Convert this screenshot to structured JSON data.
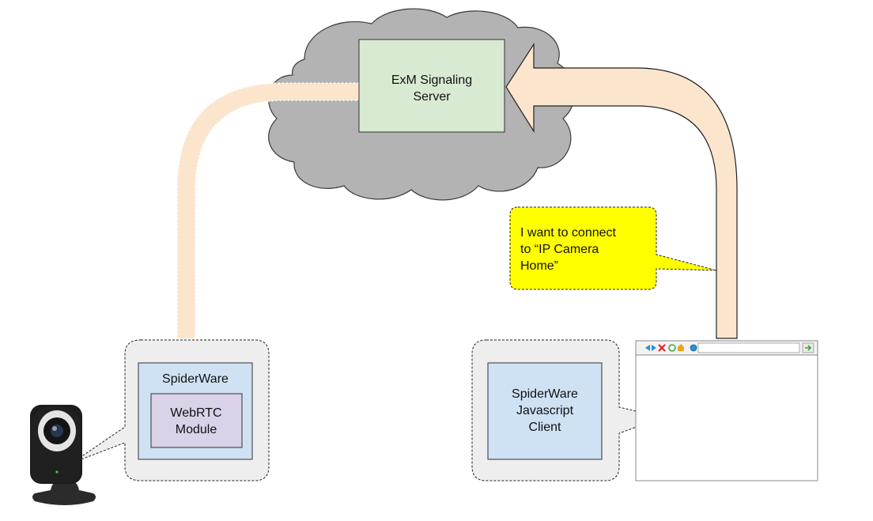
{
  "server": {
    "line1": "ExM Signaling",
    "line2": "Server"
  },
  "camera_bubble": {
    "outer_label": "SpiderWare",
    "inner_line1": "WebRTC",
    "inner_line2": "Module"
  },
  "client_bubble": {
    "line1": "SpiderWare",
    "line2": "Javascript",
    "line3": "Client"
  },
  "message": {
    "line1": "I want to connect",
    "line2": "to “IP Camera",
    "line3": "Home”"
  },
  "icons": [
    "ip-camera-icon",
    "browser-window-icon",
    "cloud-icon"
  ],
  "colors": {
    "cloud": "#b3b3b3",
    "server_box": "#d9ead3",
    "path": "#fce5cd",
    "module_box": "#cfe2f3",
    "webrtc_box": "#d9d2e9",
    "bubble": "#eeeeee",
    "message_bubble": "#ffff00"
  }
}
